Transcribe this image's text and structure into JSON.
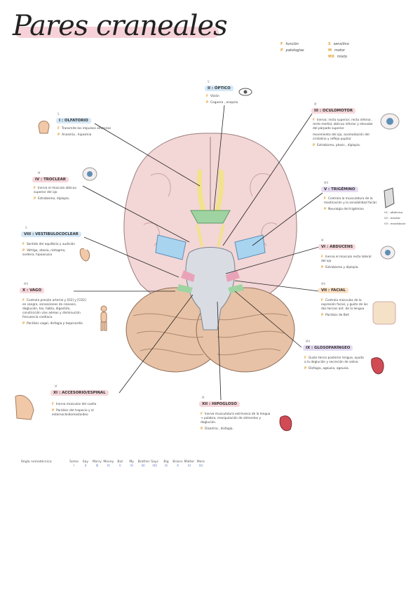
{
  "title": "Pares craneales",
  "legend": {
    "left": [
      {
        "key": "F",
        "label": "función"
      },
      {
        "key": "P",
        "label": "patologías"
      }
    ],
    "right": [
      {
        "key": "S",
        "label": "sensitivo"
      },
      {
        "key": "M",
        "label": "motor"
      },
      {
        "key": "MX",
        "label": "mixto"
      }
    ]
  },
  "nerves": {
    "olfatorio": {
      "num": "S",
      "label": "I : OLFATORIO",
      "f": "Transmite los impulsos olfatorios",
      "p": "Anosmia , hiposmia"
    },
    "optico": {
      "num": "S",
      "label": "II : ÓPTICO",
      "f": "Visión",
      "p": "Ceguera , anopsia"
    },
    "oculomotor": {
      "num": "M",
      "label": "III : OCULOMOTOR",
      "f": "Inerva: recto superior, recto inferior, recto medial, oblicuo inferior y elevador del párpado superior",
      "extra": "movimiento del ojo, acomodación del cristalino y reflejo pupilar",
      "p": "Estrabismo, ptosis , diplopía."
    },
    "troclear": {
      "num": "M",
      "label": "IV : TROCLEAR",
      "f": "Inerva el músculo oblicuo superior del ojo",
      "p": "Estrabismo, diplopía."
    },
    "trigemino": {
      "num": "MX",
      "label": "V : TRIGÉMINO",
      "f": "Controla la musculatura de la masticación y la sensibilidad facial.",
      "p": "Neuralgia del trigémino",
      "branches": [
        "V1 : oftálmico",
        "V2 : maxilar",
        "V3 : mandibular"
      ]
    },
    "vestibulococlear": {
      "num": "S",
      "label": "VIII : VESTIBULOCOCLEAR",
      "f": "Sentido del equilibrio y audición",
      "p": "Vértigo, ataxia, nistagmo, sordera, hipoacusia"
    },
    "abducens": {
      "num": "M",
      "label": "VI : ABDUCENS",
      "f": "Inerva el músculo recto lateral del ojo",
      "p": "Estrabismo y diplopía."
    },
    "vago": {
      "num": "MX",
      "label": "X : VAGO",
      "f": "Controla presión arterial y [O2] y [CO2] en sangre, sensaciones de cianosis, deglución, tos, habla, digestión, constricción vías aéreas y disminución frecuencia cardiaca.",
      "p": "Parálisis vagal, disfagia y taquicardia"
    },
    "facial": {
      "num": "MX",
      "label": "VII : FACIAL",
      "f": "Controla músculos de la expresión facial, y gusto de los dos tercios ant. de la lengua.",
      "p": "Parálisis de Bell"
    },
    "glosofaringeo": {
      "num": "MX",
      "label": "IX : GLOSOFARÍNGEO",
      "f": "Gusto tercio posterior lengua, ayuda a la deglución y secreción de saliva.",
      "p": "Disfagia, ageusia, ageusia."
    },
    "accesorio": {
      "num": "M",
      "label": "XI : ACCESORIO/ESPINAL",
      "f": "Inerva músculos del cuello",
      "p": "Parálisis del trapecio y el esternocleidomastoideo"
    },
    "hipogloso": {
      "num": "M",
      "label": "XII : HIPOGLOSO",
      "f": "Inerva musculatura extrínseca de la lengua → palabra, manipulación de alimentos y deglución.",
      "p": "Disartria , disfagia."
    }
  },
  "mnemonic": {
    "label": "Regla nemotécnica:",
    "words": [
      {
        "w": "Some",
        "r": "I"
      },
      {
        "w": "Say",
        "r": "II"
      },
      {
        "w": "Marry",
        "r": "III"
      },
      {
        "w": "Money",
        "r": "IV"
      },
      {
        "w": "But",
        "r": "V"
      },
      {
        "w": "My",
        "r": "VI"
      },
      {
        "w": "Brother",
        "r": "VII"
      },
      {
        "w": "Says",
        "r": "VIII"
      },
      {
        "w": "Big",
        "r": "IX"
      },
      {
        "w": "Brains",
        "r": "X"
      },
      {
        "w": "Matter",
        "r": "XI"
      },
      {
        "w": "More",
        "r": "XII"
      }
    ]
  },
  "colors": {
    "highlight_pink": "#f6d2d8",
    "brain": "#f3d6d6",
    "cerebellum": "#e8c2a6",
    "stem": "#d9dde3",
    "blue_nerve": "#a8d4f0",
    "green_nerve": "#9fd4a2",
    "yellow_nerve": "#f2e28c",
    "pink_nerve": "#e9a3b8"
  }
}
